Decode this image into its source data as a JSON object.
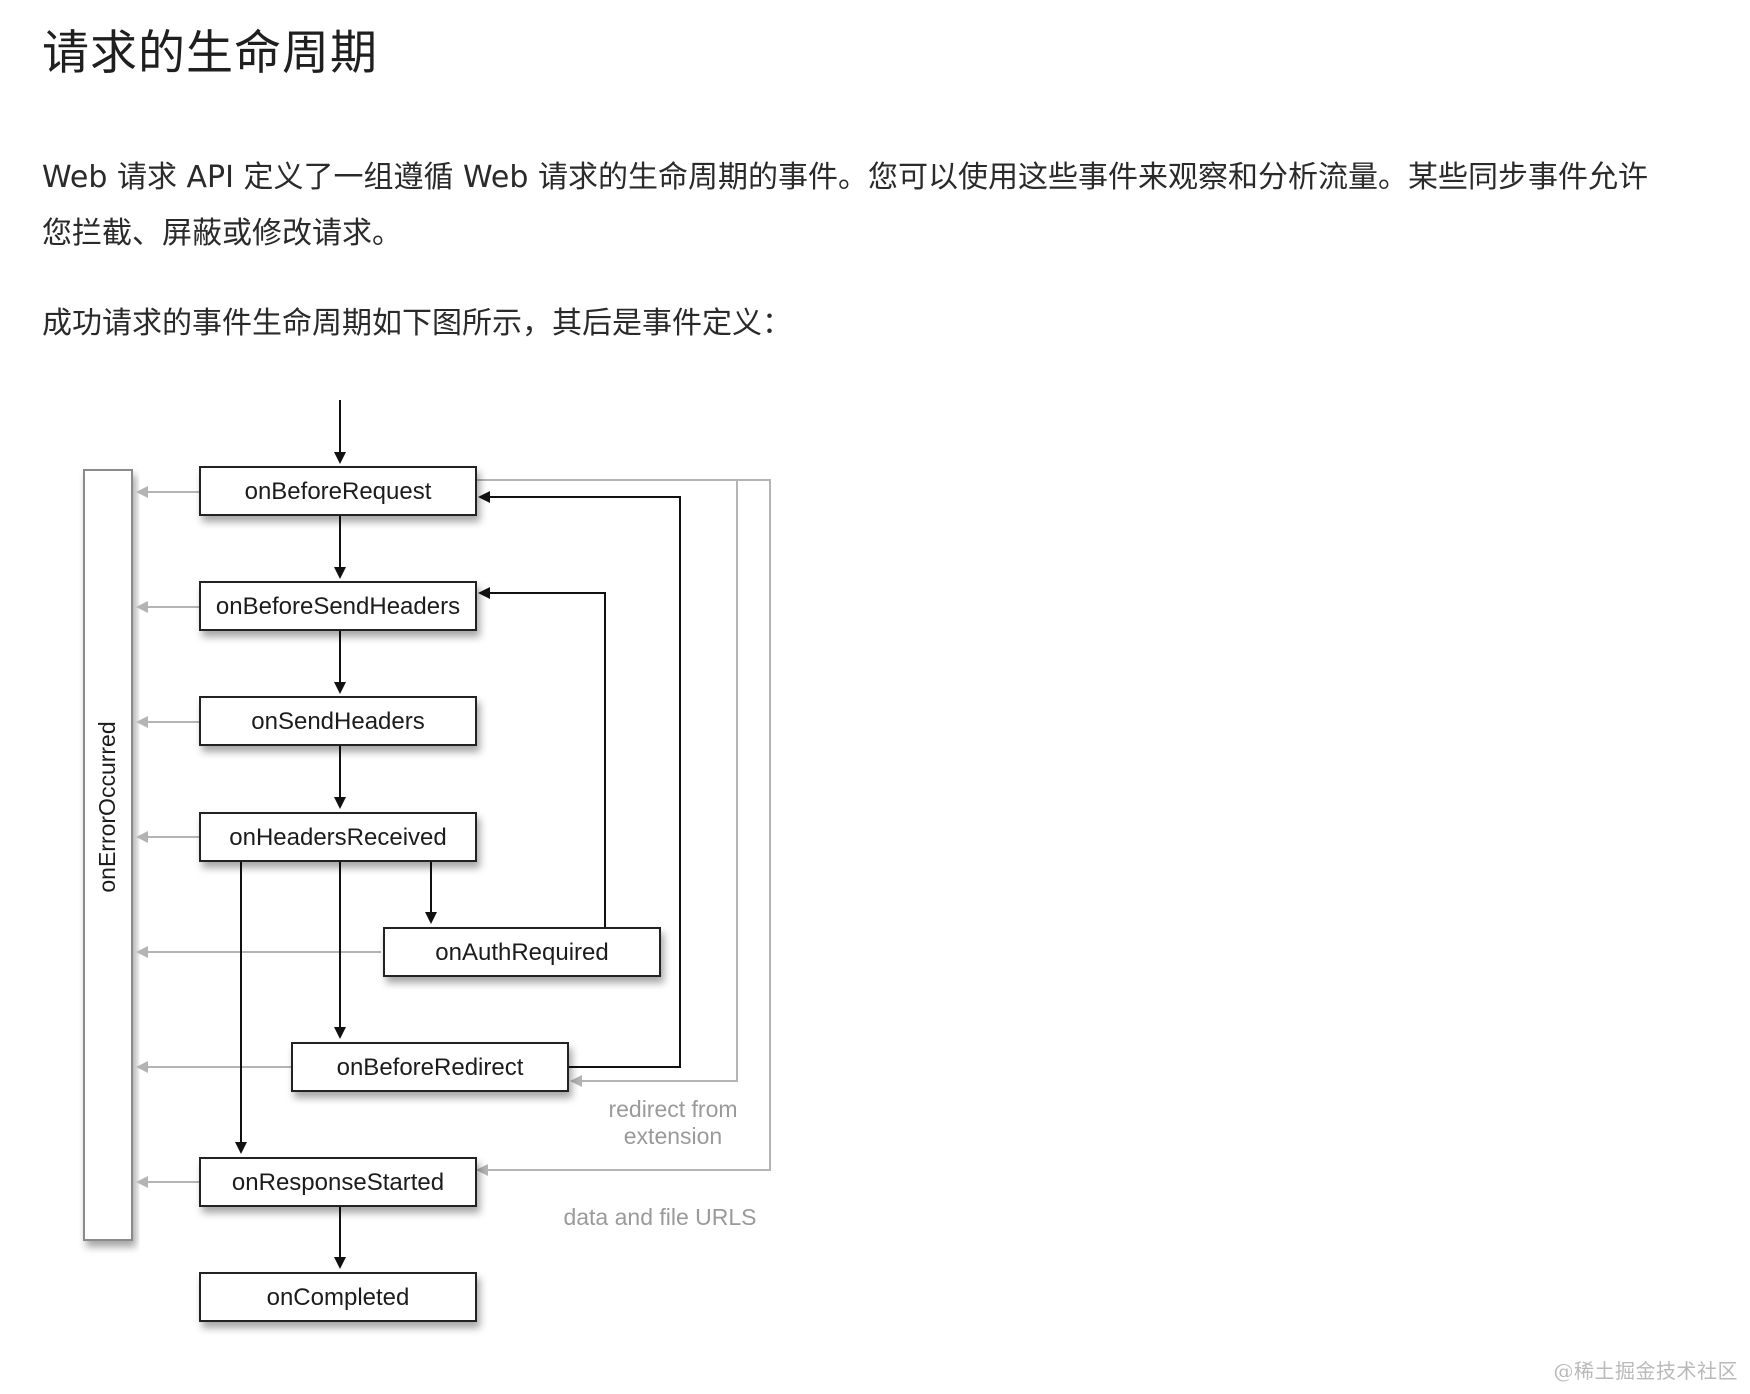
{
  "article": {
    "title": "请求的生命周期",
    "intro_line1": "Web 请求 API 定义了一组遵循 Web 请求的生命周期的事件。您可以使用这些事件来观察和分析流量。某些同步事件允许",
    "intro_line2": "您拦截、屏蔽或修改请求。",
    "figure_caption": "成功请求的事件生命周期如下图所示，其后是事件定义："
  },
  "diagram": {
    "events": {
      "on_before_request": "onBeforeRequest",
      "on_before_send_headers": "onBeforeSendHeaders",
      "on_send_headers": "onSendHeaders",
      "on_headers_received": "onHeadersReceived",
      "on_auth_required": "onAuthRequired",
      "on_before_redirect": "onBeforeRedirect",
      "on_response_started": "onResponseStarted",
      "on_completed": "onCompleted"
    },
    "error_event": "onErrorOccurred",
    "notes": {
      "redirect_line1": "redirect from",
      "redirect_line2": "extension",
      "data_urls": "data and file URLS"
    },
    "colors": {
      "main_flow": "#111111",
      "secondary_flow": "#b4b4b4",
      "box_border": "#222222",
      "box_fill": "#ffffff"
    }
  },
  "watermark": "@稀土掘金技术社区"
}
